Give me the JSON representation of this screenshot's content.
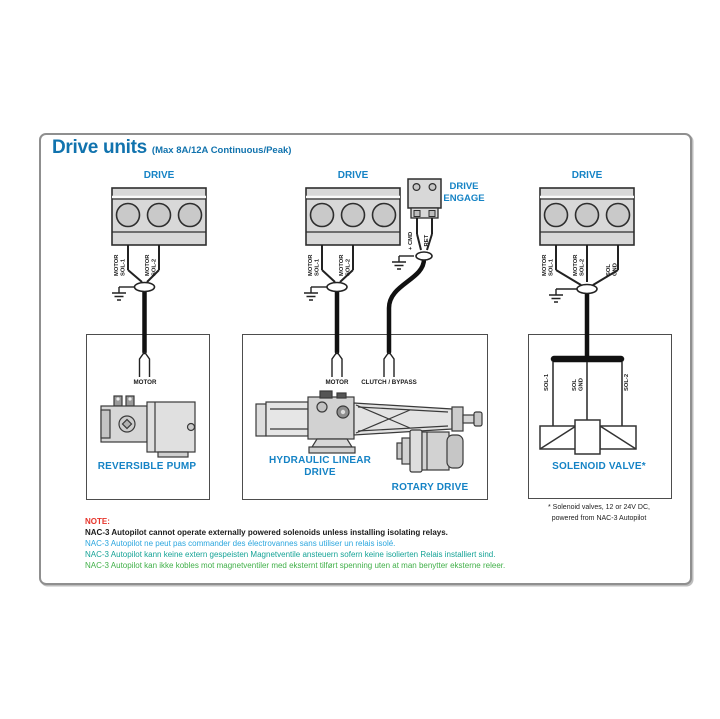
{
  "frame": {
    "title": "Drive units",
    "subtitle": "(Max 8A/12A Continuous/Peak)"
  },
  "drive1": {
    "header": "DRIVE",
    "t1a": "MOTOR",
    "t1b": "SOL-1",
    "t2a": "MOTOR",
    "t2b": "SOL-2",
    "wire": "MOTOR",
    "unit": "REVERSIBLE PUMP"
  },
  "drive2": {
    "header": "DRIVE",
    "t1a": "MOTOR",
    "t1b": "SOL-1",
    "t2a": "MOTOR",
    "t2b": "SOL-2",
    "wire": "MOTOR",
    "clutch_wire": "CLUTCH / BYPASS",
    "unit_line1": "HYDRAULIC LINEAR",
    "unit_line2": "DRIVE",
    "rotary_unit": "ROTARY DRIVE"
  },
  "engage": {
    "header_line1": "DRIVE",
    "header_line2": "ENGAGE",
    "pin1": "+ CMD",
    "pin2": "-  RET"
  },
  "drive3": {
    "header": "DRIVE",
    "t1a": "MOTOR",
    "t1b": "SOL-1",
    "t2a": "MOTOR",
    "t2b": "SOL-2",
    "t3a": "SOL",
    "t3b": "GND",
    "sol1": "SOL-1",
    "solgnd_a": "SOL",
    "solgnd_b": "GND",
    "sol2": "SOL-2",
    "unit": "SOLENOID VALVE*",
    "footnote_line1": "* Solenoid valves, 12 or 24V DC,",
    "footnote_line2": "powered from NAC-3 Autopilot"
  },
  "note": {
    "label": "NOTE:",
    "en": "NAC-3 Autopilot cannot operate externally powered solenoids unless installing isolating relays.",
    "fr": "NAC-3 Autopilot ne peut pas commander des électrovannes sans utiliser un relais isolé.",
    "de": "NAC-3 Autopilot kann keine extern gespeisten Magnetventile ansteuern sofern keine isolierten Relais installiert sind.",
    "no": "NAC-3 Autopilot kan ikke kobles mot magnetventiler med eksternt tilført spenning uten at man benytter eksterne releer."
  },
  "colors": {
    "title_blue": "#1173ae",
    "label_blue": "#1583c5",
    "note_red": "#e63329",
    "fr_blue": "#2ba6de",
    "de_teal": "#16a396",
    "no_green": "#41b049",
    "connector_gray": "#d8d8d8",
    "wire_black": "#111111"
  }
}
